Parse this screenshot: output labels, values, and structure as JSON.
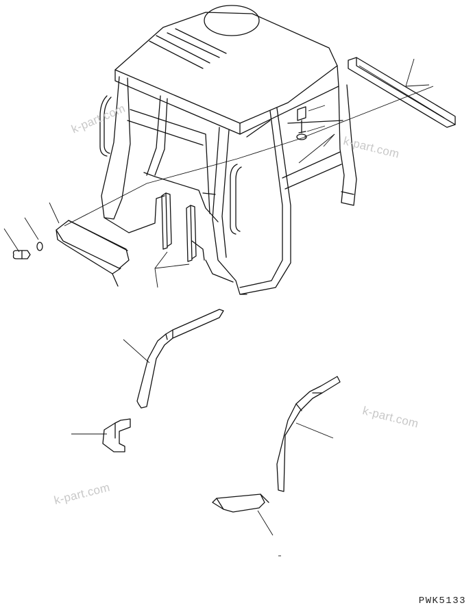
{
  "figure": {
    "drawing_code": "PWK5133",
    "watermarks": [
      "k-part.com",
      "k-part.com",
      "k-part.com",
      "k-part.com"
    ]
  }
}
